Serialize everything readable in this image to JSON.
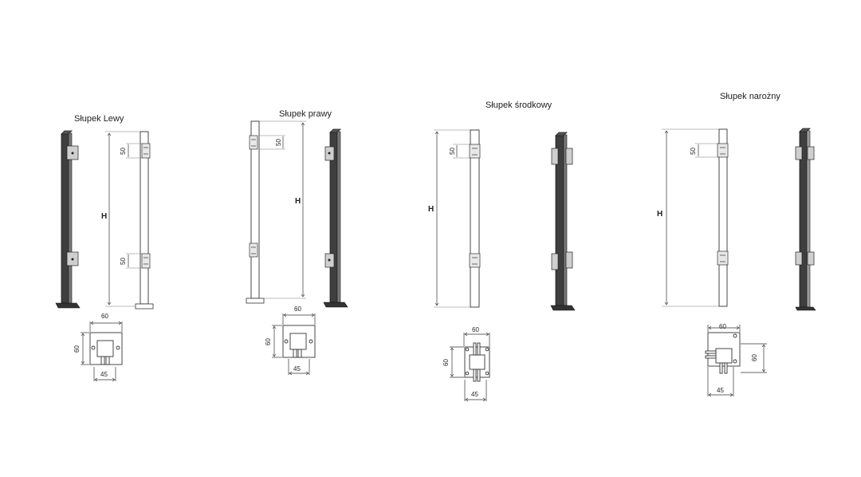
{
  "diagram": {
    "posts": [
      {
        "title": "Słupek Lewy",
        "h_label": "H",
        "clip_dim_top": "50",
        "clip_dim_bottom": "50",
        "base_width": "60",
        "base_depth": "60",
        "post_width": "45"
      },
      {
        "title": "Słupek prawy",
        "h_label": "H",
        "clip_dim_top": "50",
        "base_width": "60",
        "base_depth": "60",
        "post_width": "45"
      },
      {
        "title": "Słupek środkowy",
        "h_label": "H",
        "clip_dim_top": "50",
        "base_width": "60",
        "base_depth": "60",
        "post_width": "45"
      },
      {
        "title": "Słupek narożny",
        "h_label": "H",
        "clip_dim_top": "50",
        "base_width": "60",
        "base_depth": "60",
        "post_width": "45"
      }
    ]
  }
}
